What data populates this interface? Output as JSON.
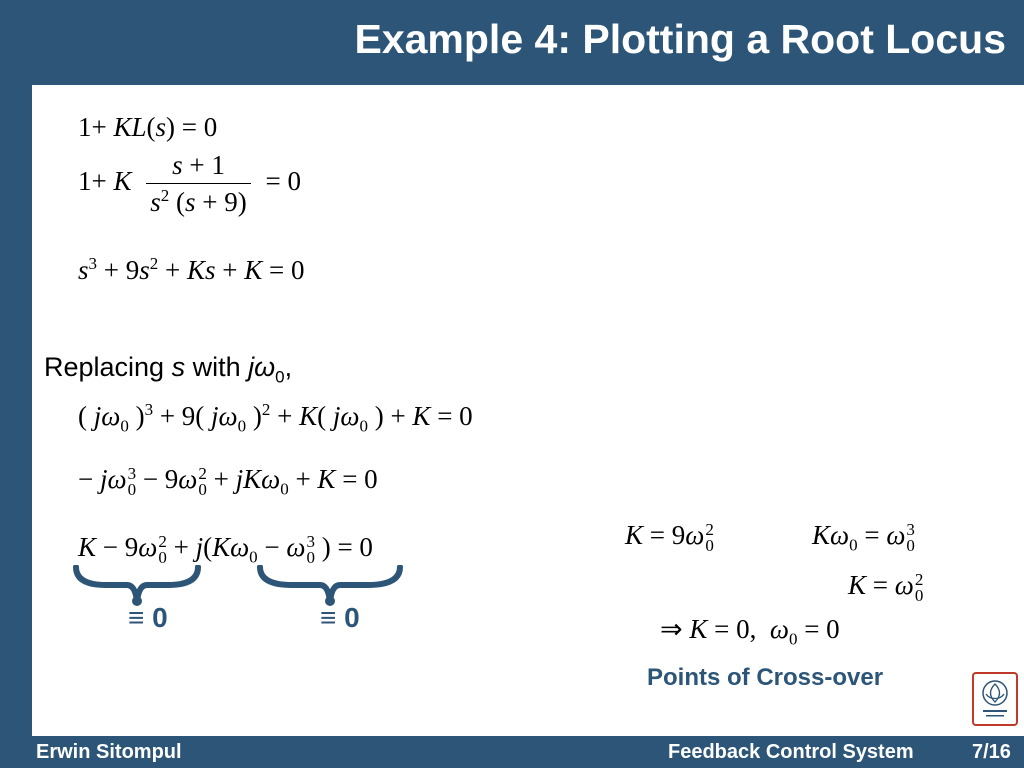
{
  "header": {
    "title": "Example 4: Plotting a Root Locus"
  },
  "text": {
    "replacing_prefix": "Replacing ",
    "replacing_s": "s",
    "replacing_with": " with ",
    "replacing_jw": "jω",
    "replacing_sub": "0",
    "replacing_comma": ","
  },
  "labels": {
    "equiv_real": "≡ 0",
    "equiv_imag": "≡ 0",
    "crossover": "Points of Cross-over"
  },
  "footer": {
    "author": "Erwin Sitompul",
    "course": "Feedback Control System",
    "page": "7/16"
  },
  "colors": {
    "accent": "#2c5577",
    "logo_border": "#c0392b"
  },
  "icons": {
    "logo": "university-logo-icon"
  }
}
